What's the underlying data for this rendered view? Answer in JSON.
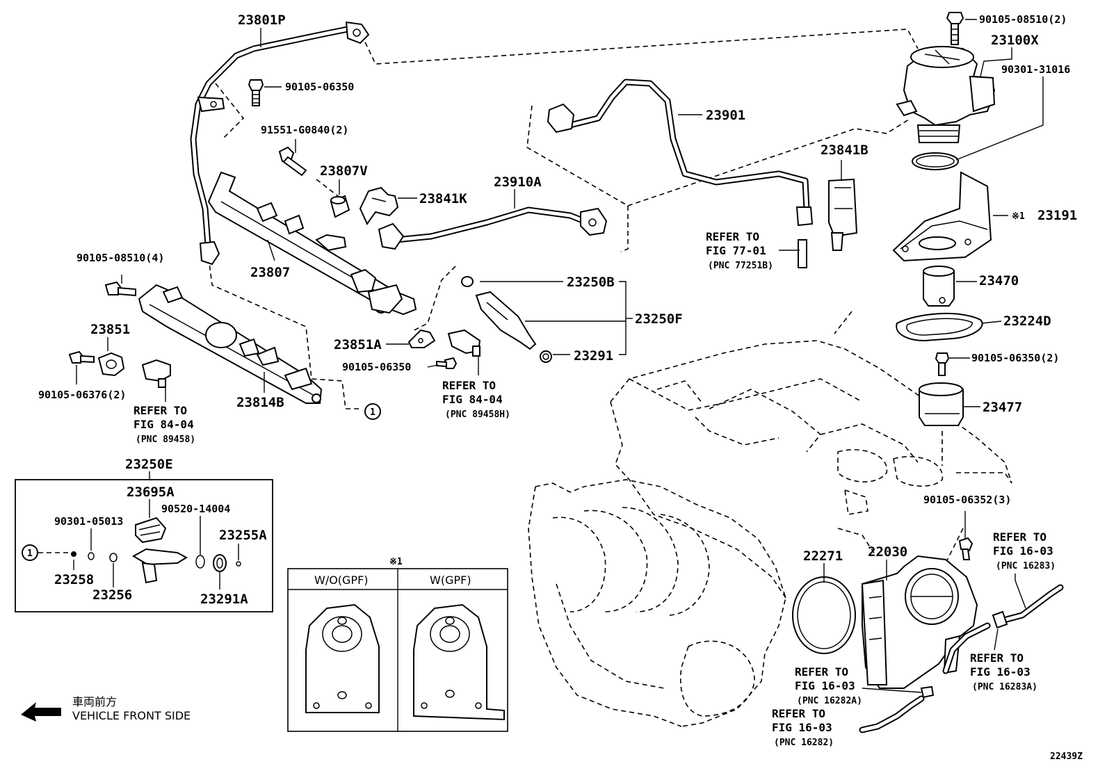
{
  "labels": {
    "p23801P": "23801P",
    "p90105_06350_a": "90105-06350",
    "p91551": "91551-G0840(2)",
    "p23807V": "23807V",
    "p23807": "23807",
    "p23841K": "23841K",
    "p23910A": "23910A",
    "p23901": "23901",
    "p23841B": "23841B",
    "p90105_08510_2": "90105-08510(2)",
    "p23100X": "23100X",
    "p90301_31016": "90301-31016",
    "p23191": "23191",
    "p23191_mark": "※1",
    "p23470": "23470",
    "p23224D": "23224D",
    "p90105_06350_2": "90105-06350(2)",
    "p23477": "23477",
    "p90105_08510_4": "90105-08510(4)",
    "p23851": "23851",
    "p90105_06376": "90105-06376(2)",
    "p23814B": "23814B",
    "p23250B": "23250B",
    "p23250F": "23250F",
    "p23291": "23291",
    "p23851A": "23851A",
    "p90105_06350_b": "90105-06350",
    "p23250E": "23250E",
    "p23695A": "23695A",
    "p90301_05013": "90301-05013",
    "p90520": "90520-14004",
    "p23255A": "23255A",
    "p23258": "23258",
    "p23256": "23256",
    "p23291A": "23291A",
    "p90105_06352": "90105-06352(3)",
    "p22271": "22271",
    "p22030": "22030",
    "callout_1": "1",
    "diagram_id": "22439Z"
  },
  "references": {
    "r77": {
      "line1": "REFER TO",
      "line2": "FIG 77-01",
      "pnc": "(PNC 77251B)"
    },
    "r84a": {
      "line1": "REFER TO",
      "line2": "FIG 84-04",
      "pnc": "(PNC 89458)"
    },
    "r84b": {
      "line1": "REFER TO",
      "line2": "FIG 84-04",
      "pnc": "(PNC 89458H)"
    },
    "r16283": {
      "line1": "REFER TO",
      "line2": "FIG 16-03",
      "pnc": "(PNC 16283)"
    },
    "r16283A": {
      "line1": "REFER TO",
      "line2": "FIG 16-03",
      "pnc": "(PNC 16283A)"
    },
    "r16282A": {
      "line1": "REFER TO",
      "line2": "FIG 16-03",
      "pnc": "(PNC 16282A)"
    },
    "r16282": {
      "line1": "REFER TO",
      "line2": "FIG 16-03",
      "pnc": "(PNC 16282)"
    }
  },
  "variant_table": {
    "mark": "※1",
    "col1": "W/O(GPF)",
    "col2": "W(GPF)"
  },
  "direction": {
    "jp": "車両前方",
    "en": "VEHICLE FRONT SIDE"
  }
}
